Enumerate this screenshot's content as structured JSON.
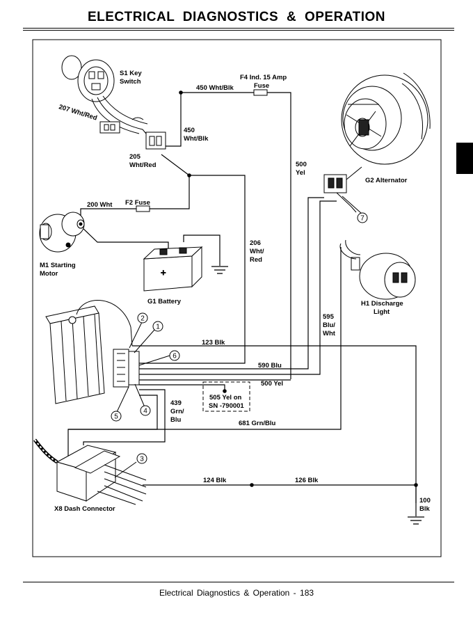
{
  "header": {
    "title": "ELECTRICAL   DIAGNOSTICS & OPERATION"
  },
  "components": {
    "key_switch": [
      "S1 Key",
      "Switch"
    ],
    "fuse_f4": [
      "F4 Ind. 15 Amp",
      "Fuse"
    ],
    "alternator": "G2 Alternator",
    "fuse_f2": "F2 Fuse",
    "starting_motor": [
      "M1 Starting",
      "Motor"
    ],
    "battery": "G1 Battery",
    "discharge_light": [
      "H1 Discharge",
      "Light"
    ],
    "dash_connector": "X8 Dash Connector"
  },
  "wires": {
    "w207": "207 Wht/Red",
    "w450_top": "450 Wht/Blk",
    "w450": [
      "450",
      "Wht/Blk"
    ],
    "w205": [
      "205",
      "Wht/Red"
    ],
    "w500_vert": [
      "500",
      "Yel"
    ],
    "w200": "200 Wht",
    "w206": [
      "206",
      "Wht/",
      "Red"
    ],
    "w595": [
      "595",
      "Blu/",
      "Wht"
    ],
    "w123": "123 Blk",
    "w590": "590 Blu",
    "w500": "500 Yel",
    "w505_note": [
      "505 Yel on",
      "SN -790001"
    ],
    "w439": [
      "439",
      "Grn/",
      "Blu"
    ],
    "w681": "681 Grn/Blu",
    "w124": "124 Blk",
    "w126": "126 Blk",
    "w100": [
      "100",
      "Blk"
    ]
  },
  "callouts": [
    "1",
    "2",
    "3",
    "4",
    "5",
    "6",
    "7"
  ],
  "footer": {
    "text": "Electrical   Diagnostics & Operation  - 183"
  }
}
